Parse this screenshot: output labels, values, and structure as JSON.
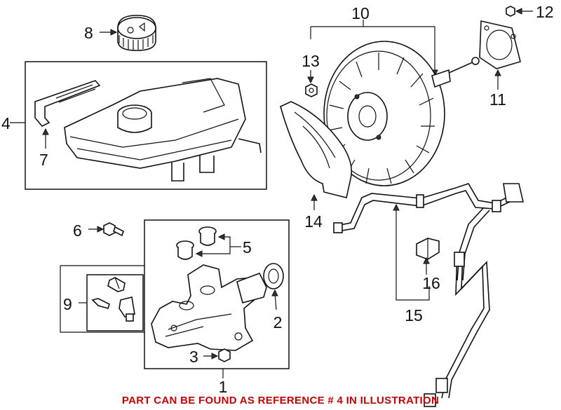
{
  "callouts": {
    "c1": "1",
    "c2": "2",
    "c3": "3",
    "c4": "4",
    "c5": "5",
    "c6": "6",
    "c7": "7",
    "c8": "8",
    "c9": "9",
    "c10": "10",
    "c11": "11",
    "c12": "12",
    "c13": "13",
    "c14": "14",
    "c15": "15",
    "c16": "16"
  },
  "footer_note": "PART CAN BE FOUND AS REFERENCE # 4 IN ILLUSTRATION",
  "colors": {
    "note": "#d00000",
    "line": "#111111"
  }
}
